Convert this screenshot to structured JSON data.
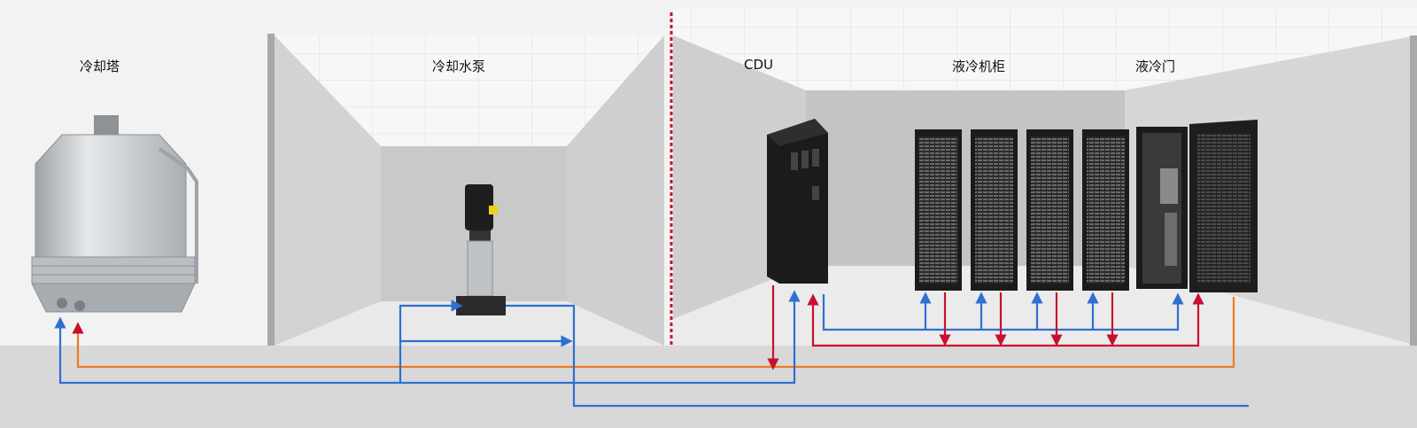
{
  "labels": {
    "cooling_tower": "冷却塔",
    "cooling_pump": "冷却水泵",
    "cdu": "CDU",
    "liquid_cabinet": "液冷机柜",
    "liquid_door": "液冷门"
  },
  "colors": {
    "supply_line": "#2f6fd1",
    "return_line": "#c8102e",
    "condenser_return_line": "#f07a22",
    "divider": "#c8102e",
    "rack_body": "#1b1b1b",
    "cooling_tower_body": "#c9cdd0"
  },
  "equipment": {
    "liquid_cabinet_count": 4
  }
}
